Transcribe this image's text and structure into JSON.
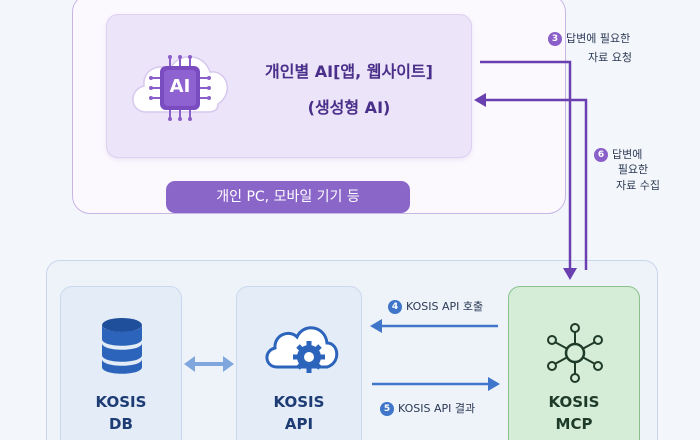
{
  "device": {
    "ai_title": "개인별 AI[앱, 웹사이트]",
    "ai_subtitle": "(생성형 AI)",
    "ai_icon_text": "AI",
    "pill_label": "개인 PC, 모바일 기기 등"
  },
  "steps": {
    "s3": {
      "num": "3",
      "line1": "답변에 필요한",
      "line2": "자료 요청"
    },
    "s6": {
      "num": "6",
      "line1": "답변에",
      "line2": "필요한",
      "line3": "자료 수집"
    },
    "s4": {
      "num": "4",
      "label": "KOSIS API 호출"
    },
    "s5": {
      "num": "5",
      "label": "KOSIS API 결과"
    }
  },
  "server": {
    "db": {
      "line1": "KOSIS",
      "line2": "DB"
    },
    "api": {
      "line1": "KOSIS",
      "line2": "API"
    },
    "mcp": {
      "line1": "KOSIS",
      "line2": "MCP"
    }
  },
  "colors": {
    "purple_accent": "#8b66c9",
    "purple_flow": "#6a3fb0",
    "blue_flow": "#3f76c9",
    "mcp_green": "#d5ecd6"
  },
  "icons": [
    "cloud-ai-chip-icon",
    "database-icon",
    "cloud-gear-icon",
    "network-hub-icon",
    "bidirectional-arrow-icon"
  ]
}
